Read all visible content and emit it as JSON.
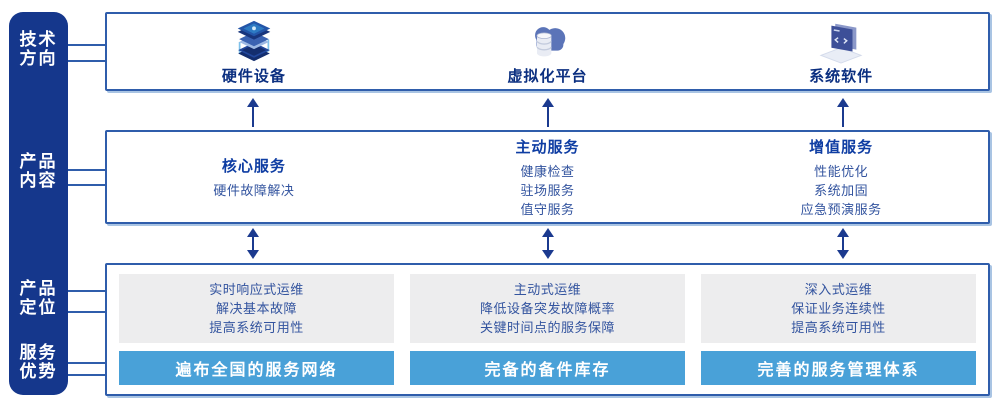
{
  "colors": {
    "sidebar_bg": "#15378c",
    "box_border": "#2f5dab",
    "title_text": "#0e3da3",
    "top_label_text": "#0b2f80",
    "body_text": "#33549f",
    "gray_panel_bg": "#ededee",
    "advantage_bar_bg": "#49a1d8",
    "arrow": "#1b3a8f"
  },
  "sidebar": {
    "items": [
      {
        "line1": "技术",
        "line2": "方向"
      },
      {
        "line1": "产品",
        "line2": "内容"
      },
      {
        "line1": "产品",
        "line2": "定位"
      },
      {
        "line1": "服务",
        "line2": "优势"
      }
    ]
  },
  "tech_row": {
    "items": [
      {
        "icon": "server-stack-icon",
        "label": "硬件设备"
      },
      {
        "icon": "cloud-database-icon",
        "label": "虚拟化平台"
      },
      {
        "icon": "software-window-icon",
        "label": "系统软件"
      }
    ]
  },
  "content_row": {
    "items": [
      {
        "title": "核心服务",
        "lines": [
          "硬件故障解决"
        ]
      },
      {
        "title": "主动服务",
        "lines": [
          "健康检查",
          "驻场服务",
          "值守服务"
        ]
      },
      {
        "title": "增值服务",
        "lines": [
          "性能优化",
          "系统加固",
          "应急预演服务"
        ]
      }
    ]
  },
  "bottom_row": {
    "items": [
      {
        "lines": [
          "实时响应式运维",
          "解决基本故障",
          "提高系统可用性"
        ],
        "bar": "遍布全国的服务网络"
      },
      {
        "lines": [
          "主动式运维",
          "降低设备突发故障概率",
          "关键时间点的服务保障"
        ],
        "bar": "完备的备件库存"
      },
      {
        "lines": [
          "深入式运维",
          "保证业务连续性",
          "提高系统可用性"
        ],
        "bar": "完善的服务管理体系"
      }
    ]
  }
}
